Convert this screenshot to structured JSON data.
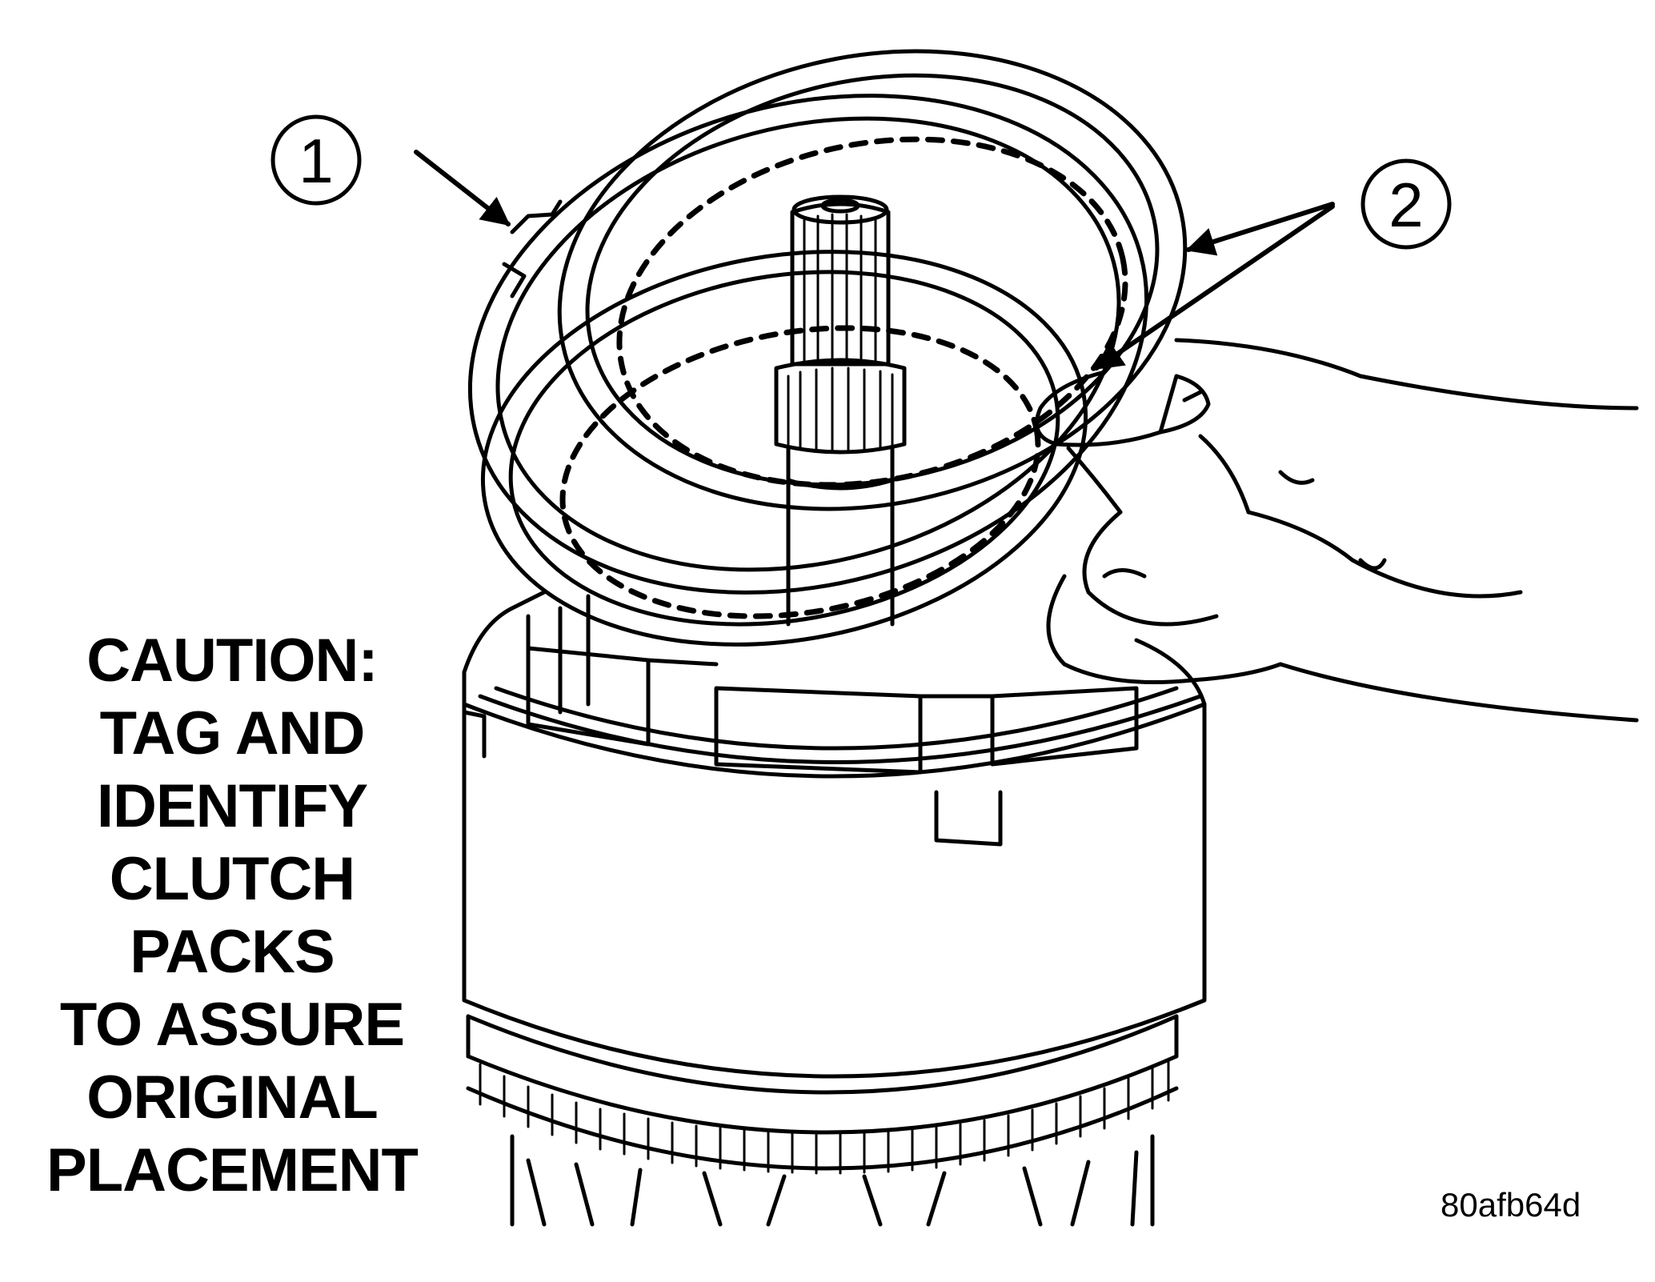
{
  "callouts": [
    {
      "number": "1"
    },
    {
      "number": "2"
    }
  ],
  "caution_lines": [
    "CAUTION:",
    "TAG AND",
    "IDENTIFY",
    "CLUTCH",
    "PACKS",
    "TO ASSURE",
    "ORIGINAL",
    "PLACEMENT"
  ],
  "figure_id": "80afb64d",
  "colors": {
    "ink": "#000000",
    "paper": "#ffffff"
  }
}
